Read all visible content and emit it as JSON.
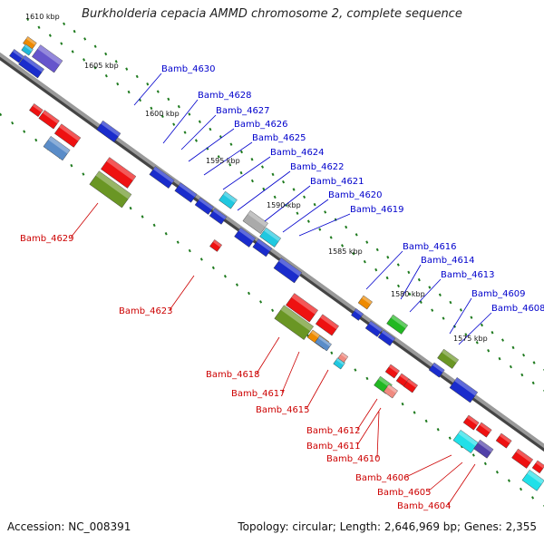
{
  "header": {
    "title": "Burkholderia cepacia AMMD chromosome 2, complete sequence"
  },
  "footer": {
    "accession": "Accession: NC_008391",
    "topology": "Topology: circular; Length: 2,646,969 bp; Genes: 2,355"
  },
  "colors": {
    "forward_label": "#0000cc",
    "reverse_label": "#cc0000",
    "backbone": "#9a9a9a",
    "tick": "#1e7a1e"
  },
  "kbp_ticks": [
    "1610 kbp",
    "1605 kbp",
    "1600 kbp",
    "1595 kbp",
    "1590 kbp",
    "1585 kbp",
    "1580 kbp",
    "1575 kbp"
  ],
  "forward_genes": [
    "Bamb_4630",
    "Bamb_4628",
    "Bamb_4627",
    "Bamb_4626",
    "Bamb_4625",
    "Bamb_4624",
    "Bamb_4622",
    "Bamb_4621",
    "Bamb_4620",
    "Bamb_4619",
    "Bamb_4616",
    "Bamb_4614",
    "Bamb_4613",
    "Bamb_4609",
    "Bamb_4608"
  ],
  "reverse_genes": [
    "Bamb_4629",
    "Bamb_4623",
    "Bamb_4618",
    "Bamb_4617",
    "Bamb_4615",
    "Bamb_4612",
    "Bamb_4611",
    "Bamb_4610",
    "Bamb_4606",
    "Bamb_4605",
    "Bamb_4604"
  ]
}
